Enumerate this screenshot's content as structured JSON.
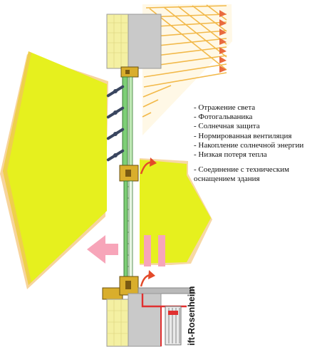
{
  "features": [
    "- Отражение света",
    "- Фотогальваника",
    "- Солнечная защита",
    "- Нормированная вентиляция",
    "- Накопление солнечной энергии",
    "- Низкая потеря тепла"
  ],
  "connection_lines": [
    "- Соединение с техническим",
    "оснащением здания"
  ],
  "credit": "ift-Rosenheim",
  "colors": {
    "arrow_yellow": "#e6f01e",
    "arrow_edge": "#f2c060",
    "sun_rays": "#f2b94a",
    "sun_arrows": "#e96a3e",
    "wall": "#c9c9c9",
    "insulation": "#f4f0a2",
    "frame": "#d9ae2c",
    "glass": "#7dcf76",
    "vent_arrow": "#f7a5b9",
    "heat_arrow": "#e34a2a",
    "pipe": "#e03030"
  }
}
